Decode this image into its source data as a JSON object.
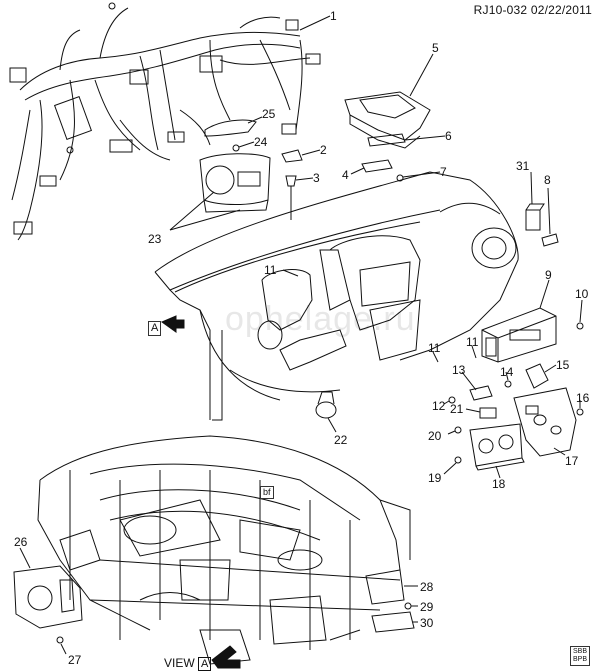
{
  "header": {
    "ref": "RJ10-032  02/22/2011"
  },
  "watermark": "ophelage.ru",
  "tags": {
    "bf": "bf",
    "book": "SBB\nBPB"
  },
  "view_label": {
    "prefix": "VIEW",
    "letter": "A"
  },
  "arrow_label": "A",
  "callouts": [
    "1",
    "2",
    "3",
    "4",
    "5",
    "6",
    "7",
    "8",
    "9",
    "10",
    "11",
    "11",
    "11",
    "12",
    "13",
    "14",
    "15",
    "16",
    "17",
    "18",
    "19",
    "20",
    "21",
    "22",
    "23",
    "24",
    "25",
    "26",
    "27",
    "28",
    "29",
    "30",
    "31"
  ]
}
